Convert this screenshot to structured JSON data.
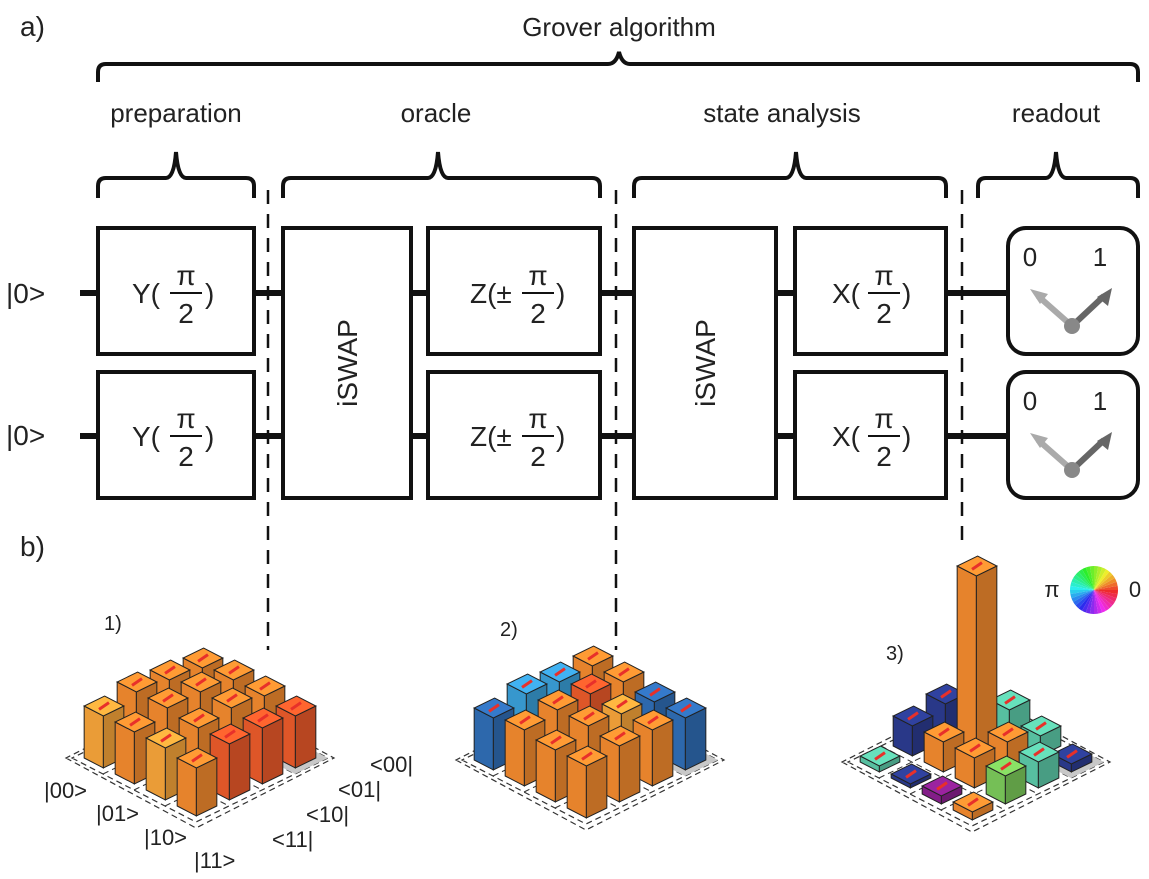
{
  "panel_labels": {
    "a": "a)",
    "b": "b)"
  },
  "title": "Grover algorithm",
  "stages": [
    {
      "label": "preparation"
    },
    {
      "label": "oracle"
    },
    {
      "label": "state analysis"
    },
    {
      "label": "readout"
    }
  ],
  "qubits": [
    {
      "label": "|0>"
    },
    {
      "label": "|0>"
    }
  ],
  "gates": {
    "y_prefix": "Y(",
    "z_prefix": "Z(±",
    "x_prefix": "X(",
    "suffix": ")",
    "pi": "π",
    "two": "2",
    "iswap": "iSWAP"
  },
  "meter": {
    "zero": "0",
    "one": "1"
  },
  "colorwheel": {
    "left": "π",
    "right": "0"
  },
  "plots": [
    {
      "label": "1)"
    },
    {
      "label": "2)"
    },
    {
      "label": "3)"
    }
  ],
  "axis": {
    "ket": [
      "|00>",
      "|01>",
      "|10>",
      "|11>"
    ],
    "bra": [
      "<00|",
      "<01|",
      "<10|",
      "<11|"
    ]
  },
  "colors": {
    "orange": "#f28a2e",
    "orange_light": "#f6a43a",
    "red_orange": "#ea5a2a",
    "blue": "#2f6db5",
    "blue_light": "#3a9fd8",
    "navy": "#2b3b8f",
    "teal": "#5cc9a8",
    "green": "#7bc95a",
    "purple": "#8a1f8f",
    "marker": "#e8302a"
  }
}
